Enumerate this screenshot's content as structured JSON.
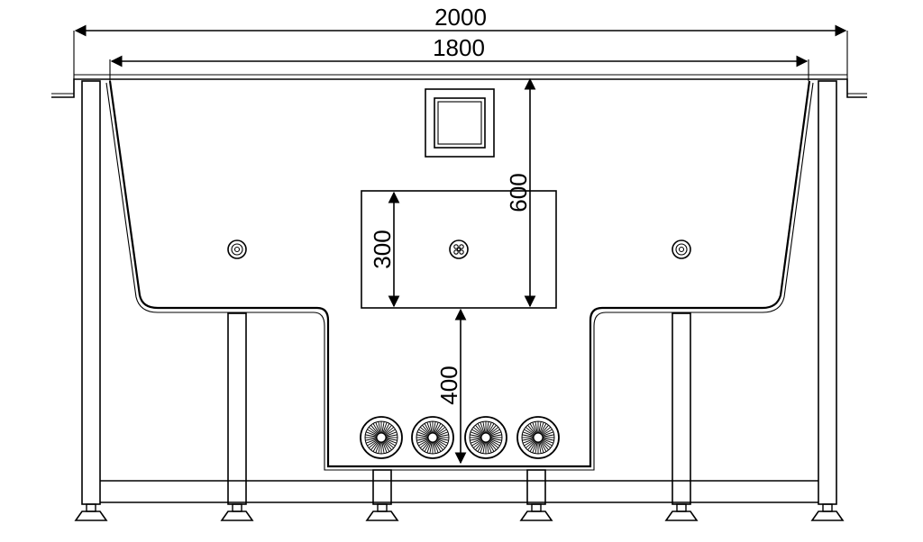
{
  "dimensions": {
    "overall_width": "2000",
    "inner_width": "1800",
    "tub_depth": "600",
    "seat_height": "300",
    "footwell_depth": "400"
  },
  "colors": {
    "line": "#000000",
    "background": "#ffffff"
  },
  "components": {
    "control_panel": "square-control-panel",
    "jets": [
      "jet-left",
      "jet-center",
      "jet-right"
    ],
    "footwell_jets_count": 4
  }
}
